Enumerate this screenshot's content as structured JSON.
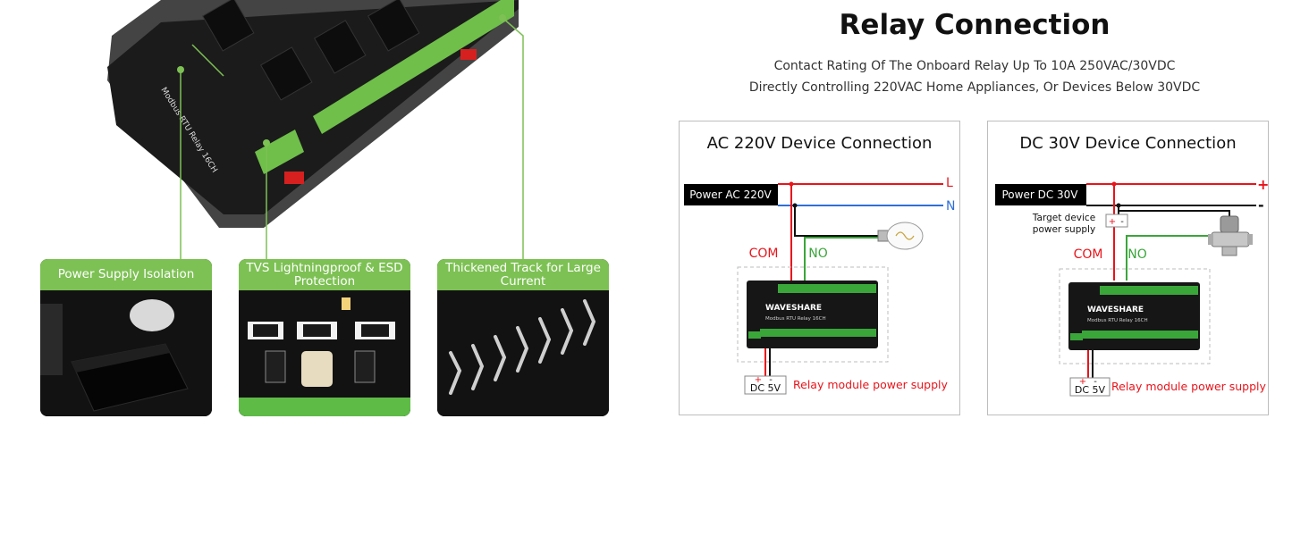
{
  "features": [
    {
      "label": "Power Supply Isolation"
    },
    {
      "label": "TVS Lightningproof & ESD Protection"
    },
    {
      "label": "Thickened Track for Large Current"
    }
  ],
  "board_silkscreen": "Modbus RTU Relay 16CH",
  "section": {
    "title": "Relay Connection",
    "subtitle_line1": "Contact Rating Of The Onboard Relay Up To 10A 250VAC/30VDC",
    "subtitle_line2": "Directly Controlling 220VAC Home Appliances, Or Devices Below 30VDC"
  },
  "ac_panel": {
    "title": "AC 220V Device Connection",
    "power_label": "Power AC 220V",
    "line_label": "L",
    "neutral_label": "N",
    "com_label": "COM",
    "no_label": "NO",
    "module_brand": "WAVESHARE",
    "module_name": "Modbus RTU Relay 16CH",
    "dc_label": "DC 5V",
    "dc_plus": "+",
    "dc_minus": "-",
    "supply_label": "Relay module power supply"
  },
  "dc_panel": {
    "title": "DC 30V Device Connection",
    "power_label": "Power DC 30V",
    "plus_label": "+",
    "minus_label": "-",
    "target_line1": "Target device",
    "target_line2": "power supply",
    "com_label": "COM",
    "no_label": "NO",
    "module_brand": "WAVESHARE",
    "module_name": "Modbus RTU Relay 16CH",
    "dc_label": "DC 5V",
    "dc_plus": "+",
    "dc_minus": "-",
    "supply_label": "Relay module power supply"
  },
  "colors": {
    "green": "#7dc154",
    "red": "#e8141b",
    "blue": "#2f6fd6",
    "black": "#111111"
  }
}
